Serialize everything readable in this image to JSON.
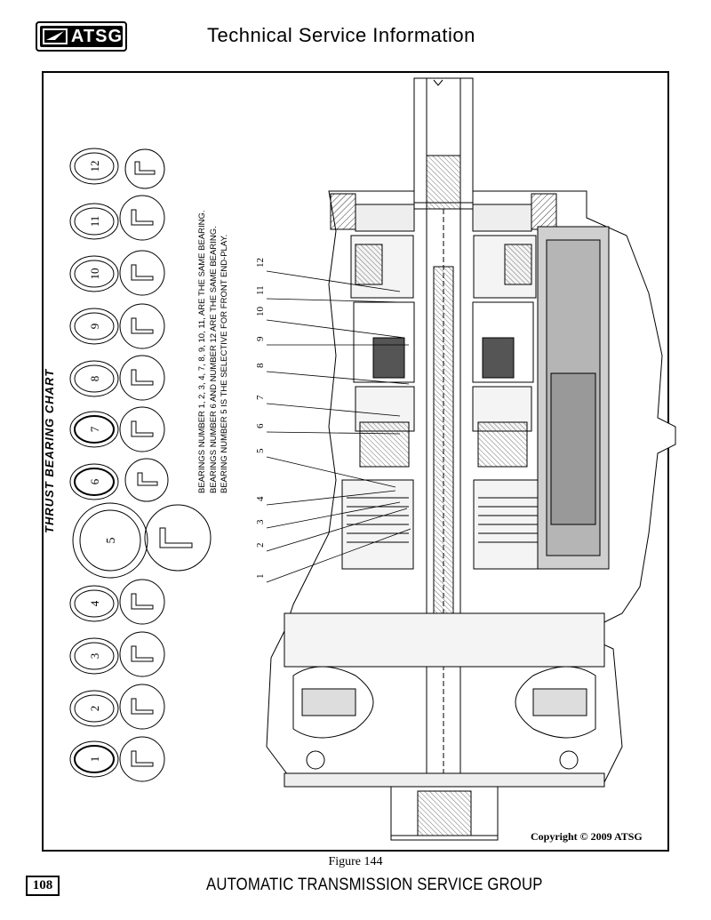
{
  "header": {
    "logo_text": "ATSG",
    "title": "Technical Service Information"
  },
  "figure": {
    "chart_title": "THRUST BEARING CHART",
    "notes": [
      "BEARINGS NUMBER 1, 2, 3, 4, 7, 8, 9, 10, 11, ARE THE SAME BEARING.",
      "BEARINGS NUMBER 6 AND NUMBER 12 ARE THE SAME BEARING.",
      "BEARING NUMBER 5 IS THE SELECTIVE FOR FRONT END-PLAY."
    ],
    "bearings": [
      "12",
      "11",
      "10",
      "9",
      "8",
      "7",
      "6",
      "5",
      "4",
      "3",
      "2",
      "1"
    ],
    "callouts": [
      "12",
      "11",
      "10",
      "9",
      "8",
      "7",
      "6",
      "5",
      "4",
      "3",
      "2",
      "1"
    ],
    "copyright": "Copyright © 2009 ATSG"
  },
  "caption": "Figure 144",
  "footer": {
    "page_number": "108",
    "company": "AUTOMATIC TRANSMISSION SERVICE GROUP"
  }
}
